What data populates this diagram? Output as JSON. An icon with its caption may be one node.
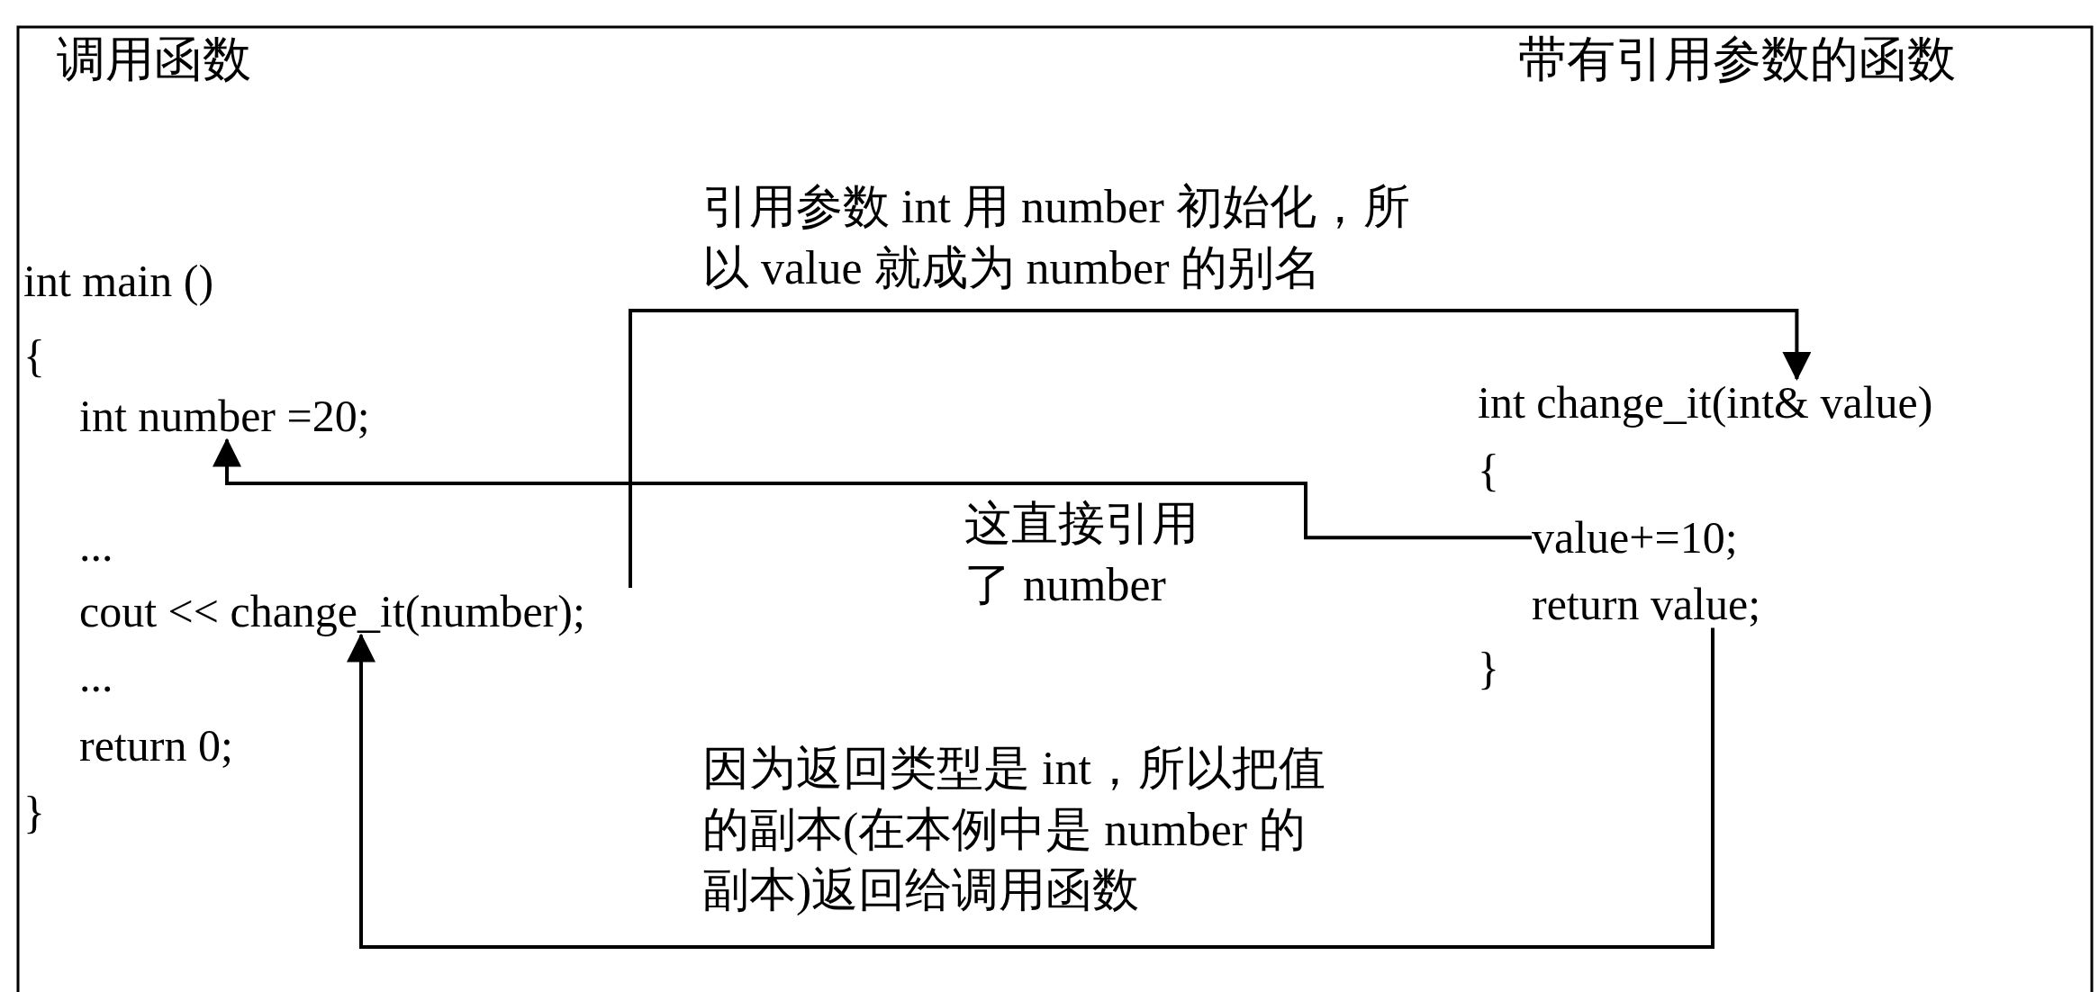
{
  "diagram": {
    "nodes": [
      {
        "text": [
          "int number =20;"
        ]
      },
      {
        "text": [
          "cout << change_it(number);"
        ]
      },
      {
        "text": [
          "int change_it(int& value)"
        ]
      },
      {
        "text": [
          "value+=10;"
        ]
      },
      {
        "text": [
          "return value;"
        ]
      }
    ],
    "edges": [
      {
        "from": 1,
        "to": 2,
        "arrow": "to",
        "label": "引用参数 int 用 number 初始化，所以 value 就成为 number 的别名"
      },
      {
        "from": 3,
        "to": 0,
        "arrow": "to",
        "label": "这直接引用了 number"
      },
      {
        "from": 4,
        "to": 1,
        "arrow": "to",
        "label": "因为返回类型是 int，所以把值的副本(在本例中是 number 的副本)返回给调用函数"
      }
    ],
    "labels": [
      "调用函数",
      "带有引用参数的函数",
      "int main ()",
      "{",
      "...",
      "...",
      "return 0;",
      "}",
      "{",
      "}"
    ]
  }
}
